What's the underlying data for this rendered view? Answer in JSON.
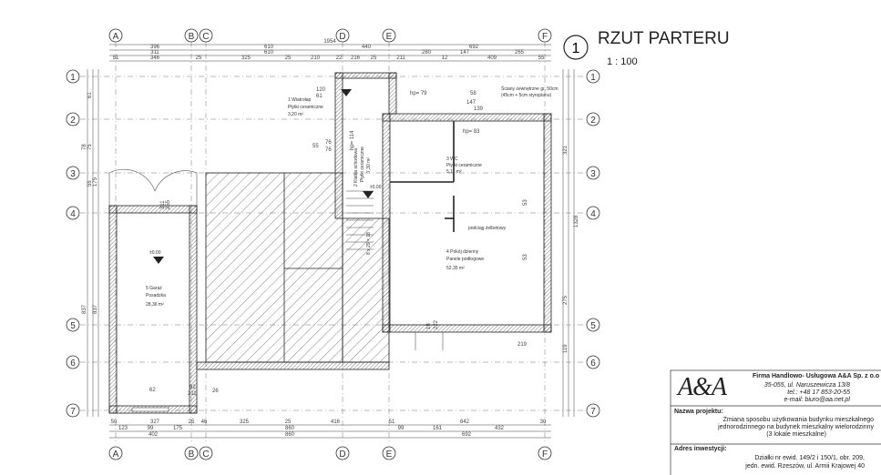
{
  "title": {
    "number": "1",
    "heading": "RZUT PARTERU",
    "scale": "1 : 100"
  },
  "axes": {
    "columns": [
      "A",
      "B",
      "C",
      "D",
      "E",
      "F"
    ],
    "rows": [
      "1",
      "2",
      "3",
      "4",
      "5",
      "6",
      "7"
    ]
  },
  "dims_top": {
    "overall": "1954",
    "row1": [
      "396",
      "610",
      "440",
      "692"
    ],
    "row2": [
      "311",
      "610",
      "280",
      "147",
      "265"
    ],
    "row3": [
      "51",
      "346",
      "25",
      "325",
      "25",
      "210",
      "22",
      "216",
      "25",
      "211",
      "12",
      "409",
      "55"
    ]
  },
  "dims_bottom": {
    "row1": [
      "50",
      "327",
      "25",
      "46",
      "325",
      "25",
      "416",
      "51",
      "642",
      "30"
    ],
    "row2": [
      "123",
      "99",
      "175",
      "860",
      "99",
      "161",
      "432"
    ],
    "row3": [
      "402",
      "860",
      "692"
    ]
  },
  "dims_left": [
    "61",
    "75",
    "78",
    "55",
    "175",
    "837",
    "837"
  ],
  "dims_right": [
    "321",
    "1328",
    "275",
    "119"
  ],
  "rooms": [
    {
      "id": "1",
      "name": "Wiatrołap",
      "floor": "Płytki ceramiczne",
      "area": "3,20 m²"
    },
    {
      "id": "2",
      "name": "Klatka schodowa",
      "floor": "Płytki ceramiczne",
      "area": "7,30 m²"
    },
    {
      "id": "3",
      "name": "WC",
      "floor": "Płytki ceramiczne",
      "area": "5,11 m²"
    },
    {
      "id": "4",
      "name": "Pokój dzienny",
      "floor": "Panele podłogowe",
      "area": "52,35 m²"
    },
    {
      "id": "5",
      "name": "Garaż",
      "floor": "Posadzka",
      "area": "28,36 m²"
    }
  ],
  "annotations": {
    "hp79": "hp= 79",
    "hp83": "hp= 83",
    "hp114": "hp= 114",
    "wall_note": "Ściany zewnętrzne gr. 50cm",
    "wall_note2": "(45cm + 5cm styropianu)",
    "beam": "podciąg żelbetowy",
    "level0": "±0.00",
    "stairs": "8 x 29 = 18",
    "d120": "120",
    "d61": "61",
    "d58": "58",
    "d147": "147",
    "d139": "139",
    "d76a": "76",
    "d76b": "76",
    "d55": "55",
    "d311": "311",
    "d255": "255",
    "d53a": "53",
    "d53b": "53",
    "d62": "62",
    "d92": "92",
    "d211": "211",
    "d26": "26",
    "d18": "18",
    "d222": "222",
    "d219": "219"
  },
  "titleblock": {
    "company": "Firma Handlowo- Usługowa A&A Sp. z o.o",
    "addr1": "35-055, ul. Naruszewicza 13/8",
    "tel": "tel.: +48 17 853-20-55",
    "email": "e-mail: biuro@aa.net.pl",
    "logo": "A&A",
    "project_label": "Nazwa projektu:",
    "project1": "Zmiana sposobu użytkowania budynku mieszkalnego",
    "project2": "jednorodzinnego na budynek mieszkalny wielorodzinny",
    "project3": "(3 lokale mieszkalne)",
    "invest_label": "Adres inwestycji:",
    "invest1": "Działki nr ewid. 149/2 i 150/1, obr. 209,",
    "invest2": "jedn. ewid. Rzeszów, ul. Armii Krajowej 40"
  }
}
